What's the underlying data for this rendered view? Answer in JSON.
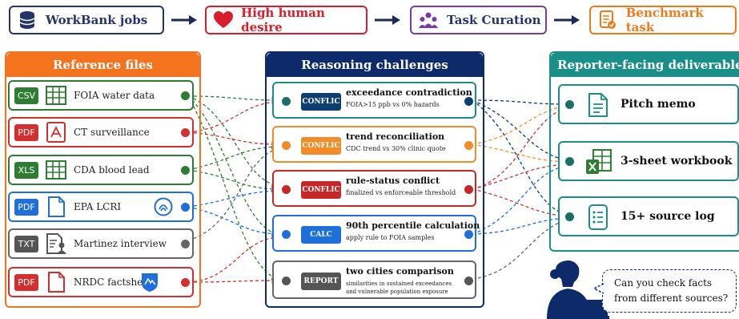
{
  "pipeline": {
    "steps": [
      {
        "label": "WorkBank jobs",
        "color": "#24356b",
        "icon": "database-icon"
      },
      {
        "label": "High human desire",
        "color": "#d81e2c",
        "icon": "heart-icon"
      },
      {
        "label": "Task Curation",
        "color": "#7a3aa8",
        "icon": "team-icon"
      },
      {
        "label": "Benchmark task",
        "color": "#ef7a1a",
        "icon": "checklist-icon"
      }
    ]
  },
  "reference_files": {
    "title": "Reference files",
    "items": [
      {
        "tag": "CSV",
        "label": "FOIA water data",
        "color": "#2e7d32",
        "icon": "table-icon"
      },
      {
        "tag": "PDF",
        "label": "CT surveillance",
        "color": "#d32f2f",
        "icon": "pdf-icon"
      },
      {
        "tag": "XLS",
        "label": "CDA blood lead",
        "color": "#2e7d32",
        "icon": "table-icon"
      },
      {
        "tag": "PDF",
        "label": "EPA LCRI",
        "color": "#1e6fd9",
        "icon": "document-icon"
      },
      {
        "tag": "TXT",
        "label": "Martinez interview",
        "color": "#555555",
        "icon": "person-doc-icon"
      },
      {
        "tag": "PDF",
        "label": "NRDC factsheet",
        "color": "#d32f2f",
        "icon": "document-icon"
      }
    ]
  },
  "challenges": {
    "title": "Reasoning challenges",
    "items": [
      {
        "tag": "CONFLIC",
        "title": "exceedance contradiction",
        "sub": [
          "FOIA>15 ppb vs 0% hazards"
        ],
        "color": "#1a8f8a",
        "tag_color": "#0d3f6e"
      },
      {
        "tag": "CONFLIC",
        "title": "trend reconciliation",
        "sub": [
          "CDC trend vs 30% clinic quote"
        ],
        "color": "#f28c28",
        "tag_color": "#f28c28"
      },
      {
        "tag": "CONFLIC",
        "title": "rule-status conflict",
        "sub": [
          "finalized vs enforceable threshold"
        ],
        "color": "#c62828",
        "tag_color": "#c62828"
      },
      {
        "tag": "CALC",
        "title": "90th percentile calculation",
        "sub": [
          "apply rule to FOIA samples"
        ],
        "color": "#1e6fd9",
        "tag_color": "#1e6fd9"
      },
      {
        "tag": "REPORT",
        "title": "two cities comparison",
        "sub": [
          "similarities in sustained exceedances",
          "and vulnerable population exposure"
        ],
        "color": "#555555",
        "tag_color": "#555555"
      }
    ]
  },
  "deliverables": {
    "title": "Reporter-facing deliverables",
    "items": [
      {
        "label": "Pitch memo",
        "icon": "memo-icon"
      },
      {
        "label": "3-sheet workbook",
        "icon": "excel-icon"
      },
      {
        "label": "15+ source log",
        "icon": "list-icon"
      }
    ]
  },
  "bubble": {
    "text_1": "Can you check facts",
    "text_2": "from different sources?"
  },
  "colors": {
    "navy": "#0d2a6b",
    "orange": "#f4731f",
    "teal": "#1a8f8a"
  }
}
